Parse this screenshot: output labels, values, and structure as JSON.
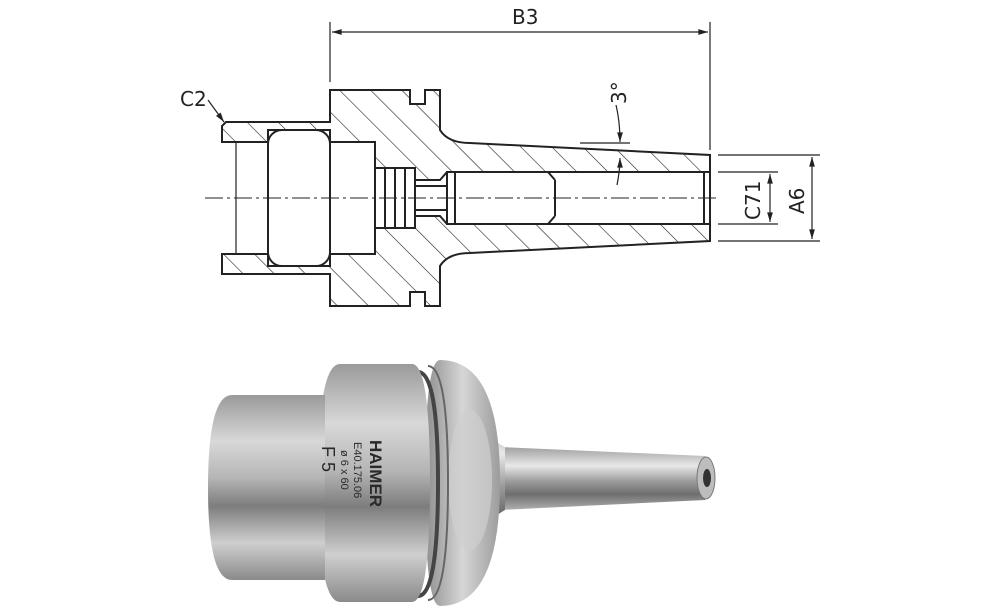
{
  "drawing": {
    "dimensions": {
      "length": "B3",
      "chamfer": "C2",
      "taper_angle": "3°",
      "bore_diameter": "C71",
      "tip_diameter": "A6"
    }
  },
  "photo": {
    "engraving": {
      "brand": "HAIMER",
      "part_number": "E40.175.06",
      "size": "ø 6 x 60",
      "code": "F 5"
    }
  },
  "colors": {
    "line": "#222222",
    "metal_light": "#e6e6e6",
    "metal_dark": "#8a8a8a"
  }
}
